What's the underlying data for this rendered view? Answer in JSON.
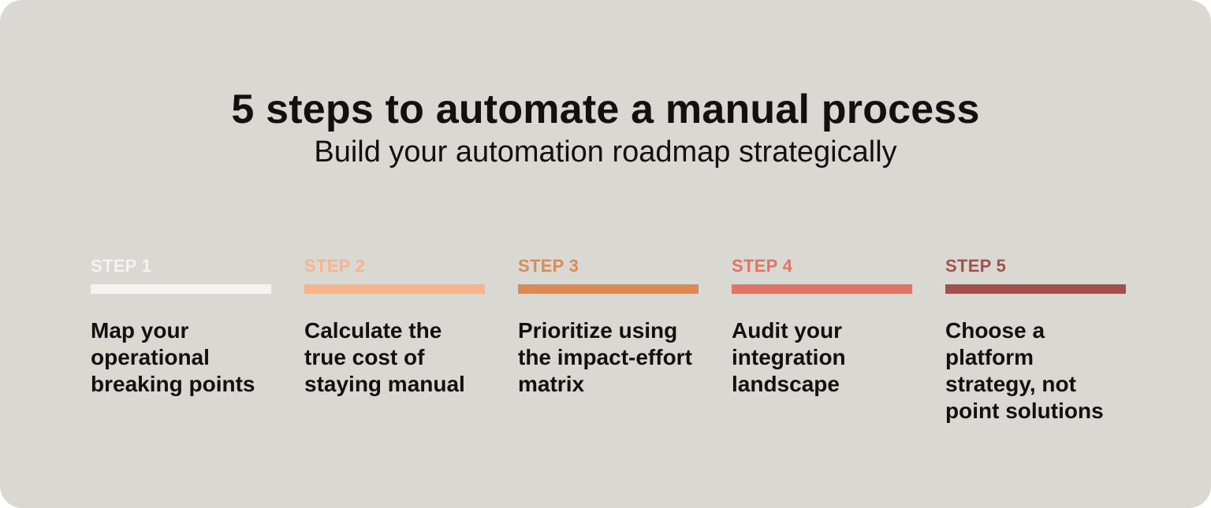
{
  "header": {
    "title": "5 steps to automate a manual process",
    "subtitle": "Build your automation roadmap strategically"
  },
  "steps": [
    {
      "label": "STEP 1",
      "text": "Map your operational breaking points",
      "color": "#f4f3f1"
    },
    {
      "label": "STEP 2",
      "text": "Calculate the true cost of staying manual",
      "color": "#f6b48c"
    },
    {
      "label": "STEP 3",
      "text": "Prioritize using the impact-effort matrix",
      "color": "#da8b55"
    },
    {
      "label": "STEP 4",
      "text": "Audit your integration landscape",
      "color": "#de7566"
    },
    {
      "label": "STEP 5",
      "text": "Choose a platform strategy, not point solutions",
      "color": "#a1504c"
    }
  ],
  "colors": {
    "background": "#d9d8d3",
    "text": "#111111"
  }
}
